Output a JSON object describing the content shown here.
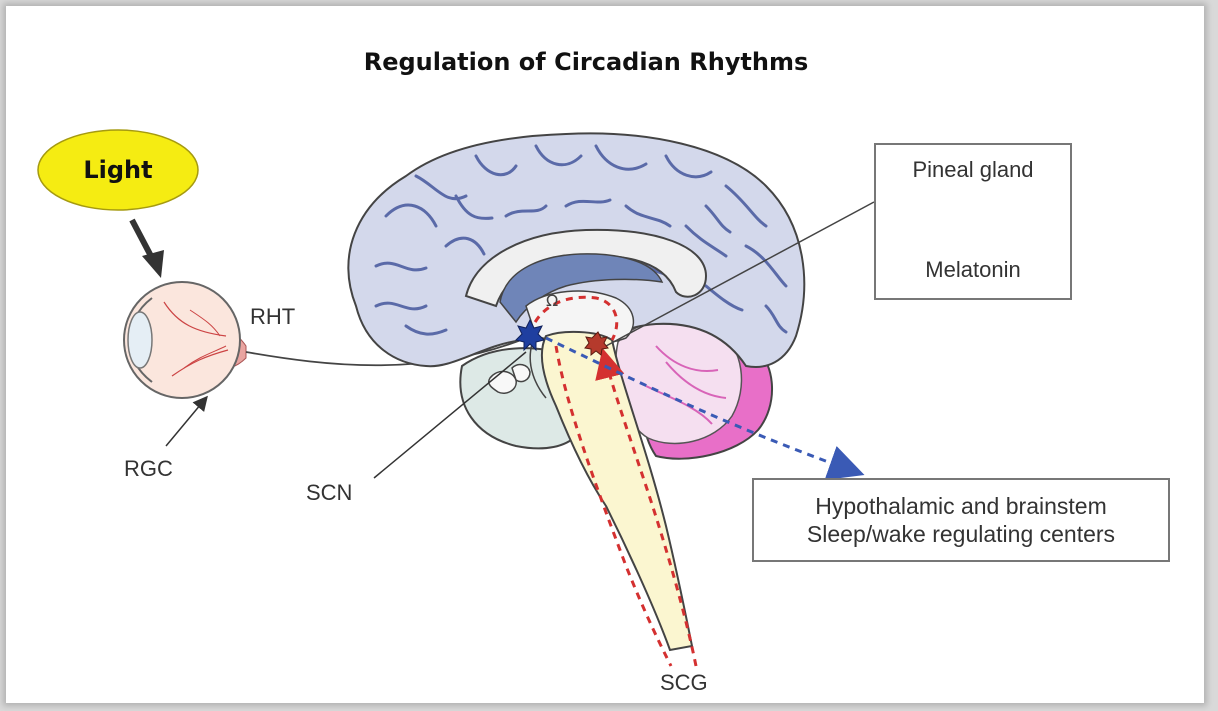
{
  "title": "Regulation of Circadian Rhythms",
  "light_label": "Light",
  "labels": {
    "rht": "RHT",
    "rgc": "RGC",
    "scn": "SCN",
    "scg": "SCG"
  },
  "pineal_box": {
    "line1": "Pineal gland",
    "line2": "Melatonin"
  },
  "hypothalamic_box": {
    "line1": "Hypothalamic and brainstem",
    "line2": "Sleep/wake regulating centers"
  },
  "colors": {
    "light_fill": "#f5ec12",
    "cortex": "#d3d8eb",
    "sulci": "#5a6aa8",
    "ventricle": "#6f85b8",
    "cerebellum": "#e86fc8",
    "brainstem": "#fbf6d0",
    "pathway": "#d43030",
    "scn_star": "#1f3fa0",
    "pineal_star": "#b53a2c",
    "hypo_pathway": "#3a5ab5"
  }
}
